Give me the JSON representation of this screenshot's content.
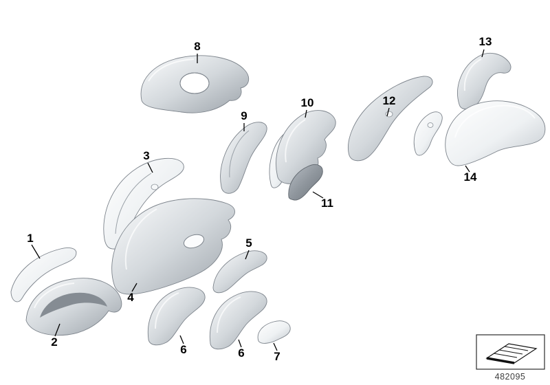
{
  "diagram": {
    "part_labels": [
      "1",
      "2",
      "3",
      "4",
      "5",
      "6",
      "6",
      "7",
      "8",
      "9",
      "10",
      "11",
      "12",
      "13",
      "14"
    ],
    "doc_number": "482095",
    "legend_icon": "painted-panel-icon",
    "colors": {
      "background": "#ffffff",
      "label_line": "#000000",
      "panel_light": "#f4f6f8",
      "panel_mid": "#c6ccd2",
      "panel_dark": "#8f969d"
    }
  }
}
